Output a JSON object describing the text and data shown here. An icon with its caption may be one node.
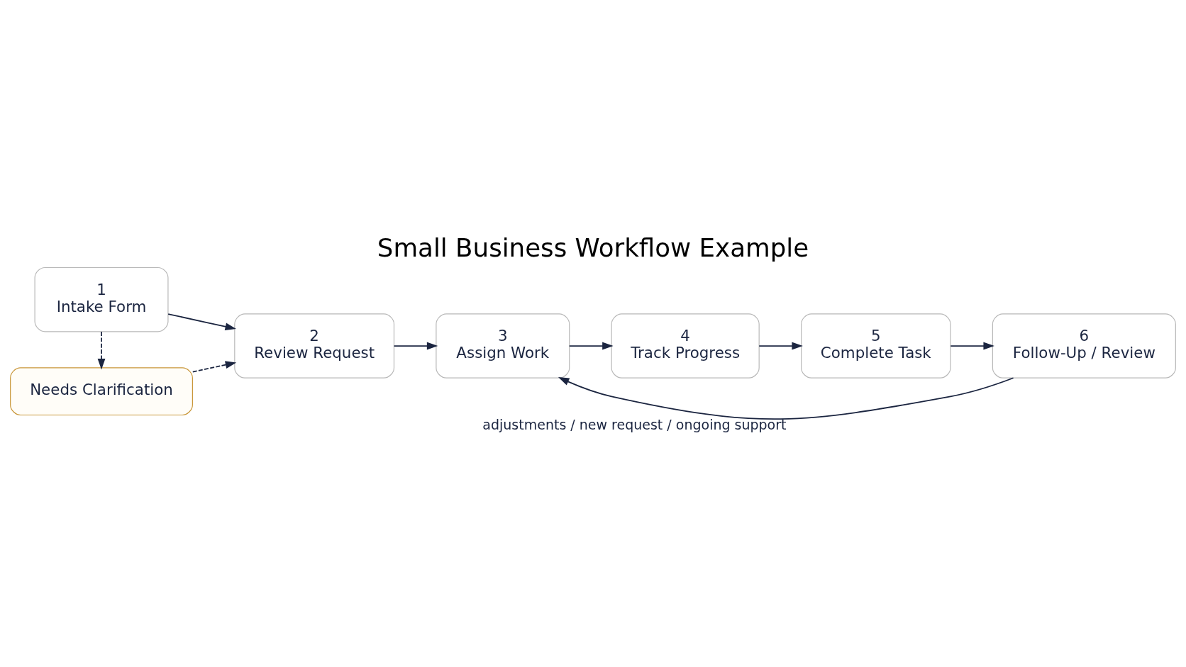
{
  "diagram": {
    "title": "Small Business Workflow Example",
    "nodes": [
      {
        "text": [
          "1",
          "Intake Form"
        ]
      },
      {
        "text": [
          "2",
          "Review Request"
        ]
      },
      {
        "text": [
          "3",
          "Assign Work"
        ]
      },
      {
        "text": [
          "4",
          "Track Progress"
        ]
      },
      {
        "text": [
          "5",
          "Complete Task"
        ]
      },
      {
        "text": [
          "6",
          "Follow-Up / Review"
        ]
      },
      {
        "text": [
          "Needs Clarification"
        ]
      }
    ],
    "edges": [
      {
        "from": 0,
        "to": 1,
        "arrow": "to"
      },
      {
        "from": 1,
        "to": 2,
        "arrow": "to"
      },
      {
        "from": 2,
        "to": 3,
        "arrow": "to"
      },
      {
        "from": 3,
        "to": 4,
        "arrow": "to"
      },
      {
        "from": 4,
        "to": 5,
        "arrow": "to"
      },
      {
        "from": 0,
        "to": 6,
        "arrow": "to",
        "style": "dashed"
      },
      {
        "from": 6,
        "to": 1,
        "arrow": "to",
        "style": "dashed"
      },
      {
        "from": 5,
        "to": 2,
        "arrow": "to",
        "label": "adjustments / new request / ongoing support"
      }
    ]
  }
}
